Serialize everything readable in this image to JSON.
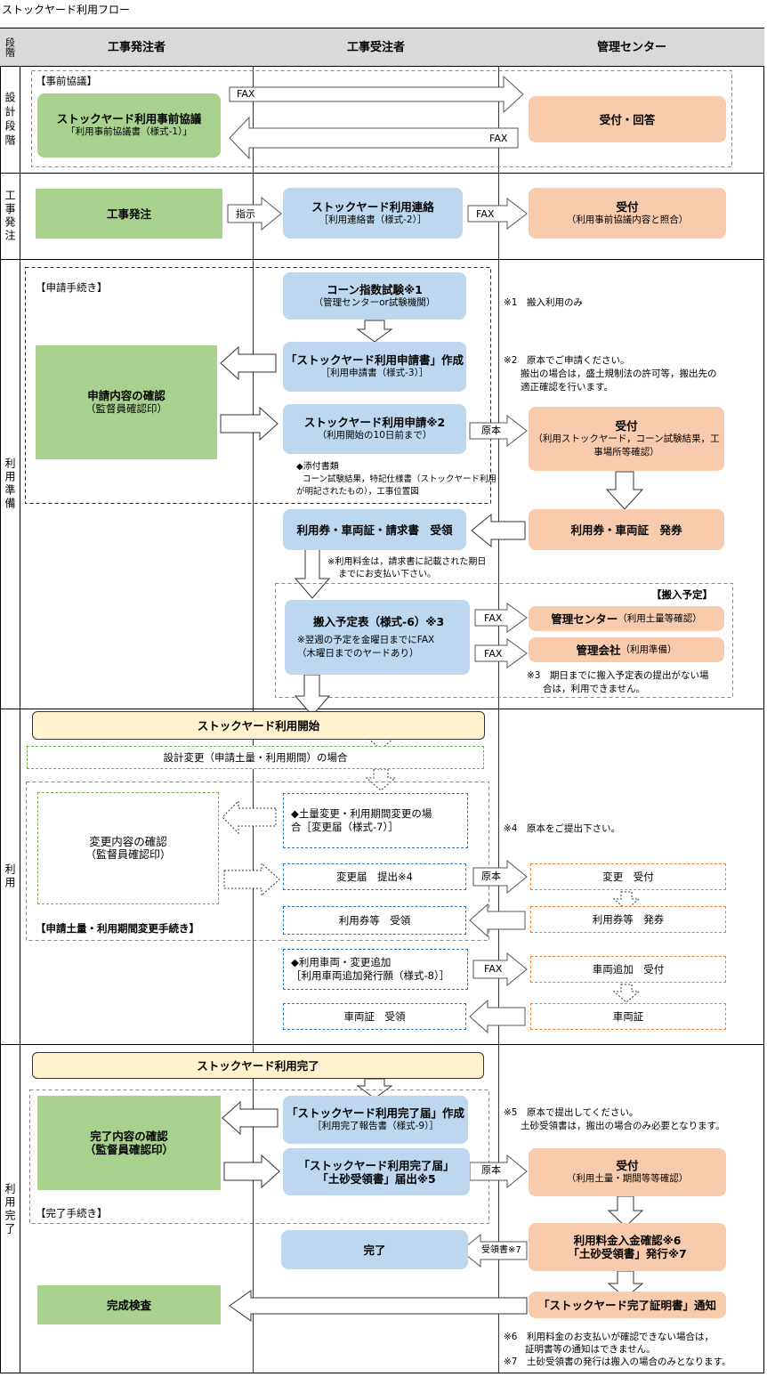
{
  "title": "ストックヤード利用フロー",
  "header": {
    "stage": "段階",
    "col1": "工事発注者",
    "col2": "工事受注者",
    "col3": "管理センター"
  },
  "stages": {
    "design": "設計段階",
    "order": "工事発注",
    "prep": "利用準備",
    "use": "利用",
    "done": "利用完了"
  },
  "design": {
    "group_label": "【事前協議】",
    "consult_title": "ストックヤード利用事前協議",
    "consult_sub": "「利用事前協議書（様式-1）」",
    "reply": "受付・回答",
    "fax1": "FAX",
    "fax2": "FAX"
  },
  "order": {
    "order": "工事発注",
    "instruct": "指示",
    "contact_title": "ストックヤード利用連絡",
    "contact_sub": "［利用連絡書（様式-2）］",
    "fax": "FAX",
    "receipt_title": "受付",
    "receipt_sub": "（利用事前協議内容と照合）"
  },
  "prep": {
    "group_label": "【申請手続き】",
    "cone_title": "コーン指数試験※1",
    "cone_sub": "（管理センターor試験機関）",
    "note1": "※1　搬入利用のみ",
    "form_title": "「ストックヤード利用申請書」作成",
    "form_sub": "［利用申請書（様式-3）］",
    "note2_1": "※2　原本でご申請ください。",
    "note2_2": "搬出の場合は，盛土規制法の許可等，搬出先の",
    "note2_3": "適正確認を行います。",
    "check_title": "申請内容の確認",
    "check_sub": "（監督員確認印）",
    "apply_title": "ストックヤード利用申請※2",
    "apply_sub": "（利用開始の10日前まで）",
    "original": "原本",
    "receipt_title": "受付",
    "receipt_sub1": "（利用ストックヤード，コーン試験結果，工",
    "receipt_sub2": "事場所等確認）",
    "attach_1": "◆添付書類",
    "attach_2": "コーン試験結果，特記仕様書（ストックヤード利用",
    "attach_3": "が明記されたもの），工事位置図",
    "ticket_recv": "利用券・車両証・請求書　受領",
    "ticket_issue": "利用券・車両証　発券",
    "fee_note1": "※利用料金は，請求書に記載された期日",
    "fee_note2": "までにお支払い下さい。",
    "plan_group": "【搬入予定】",
    "plan_title": "搬入予定表（様式-6）※3",
    "plan_note1": "※翌週の予定を金曜日までにFAX",
    "plan_note2": "（木曜日までのヤードあり）",
    "fax_a": "FAX",
    "fax_b": "FAX",
    "center_title": "管理センター",
    "center_sub": "（利用土量等確認）",
    "company_title": "管理会社",
    "company_sub": "（利用準備）",
    "note3_1": "※3　期日までに搬入予定表の提出がない場",
    "note3_2": "合は，利用できません。"
  },
  "use": {
    "start": "ストックヤード利用開始",
    "change_case": "設計変更（申請土量・利用期間）の場合",
    "check_title": "変更内容の確認",
    "check_sub": "（監督員確認印）",
    "change_req1": "◆土量変更・利用期間変更の場",
    "change_req2": "合［変更届（様式-7）］",
    "note4": "※4　原本をご提出下さい。",
    "submit": "変更届　提出※4",
    "original": "原本",
    "change_recv": "変更　受付",
    "ticket_recv": "利用券等　受領",
    "ticket_issue": "利用券等　発券",
    "group_label": "【申請土量・利用期間変更手続き】",
    "vehicle_req1": "◆利用車両・変更追加",
    "vehicle_req2": "［利用車両追加発行願（様式-8）］",
    "fax": "FAX",
    "vehicle_add": "車両追加　受付",
    "vehicle_recv": "車両証　受領",
    "vehicle_issue": "車両証"
  },
  "done": {
    "end": "ストックヤード利用完了",
    "report_title": "「ストックヤード利用完了届」作成",
    "report_sub": "［利用完了報告書（様式-9）］",
    "note5_1": "※5　原本で提出してください。",
    "note5_2": "土砂受領書は，搬出の場合のみ必要となります。",
    "check_title": "完了内容の確認",
    "check_sub": "（監督員確認印）",
    "submit1": "「ストックヤード利用完了届」",
    "submit2": "「土砂受領書」届出※5",
    "original": "原本",
    "receipt_title": "受付",
    "receipt_sub": "（利用土量・期間等等確認）",
    "group_label": "【完了手続き】",
    "complete": "完了",
    "receipt_slip": "受領書※7",
    "fee_confirm1": "利用料金入金確認※6",
    "fee_confirm2": "「土砂受領書」発行※7",
    "inspection": "完成検査",
    "certificate": "「ストックヤード完了証明書」通知",
    "note6_1": "※6　利用料金のお支払いが確認できない場合は，",
    "note6_2": "証明書等の通知はできません。",
    "note7": "※7　土砂受領書の発行は搬入の場合のみとなります。"
  }
}
